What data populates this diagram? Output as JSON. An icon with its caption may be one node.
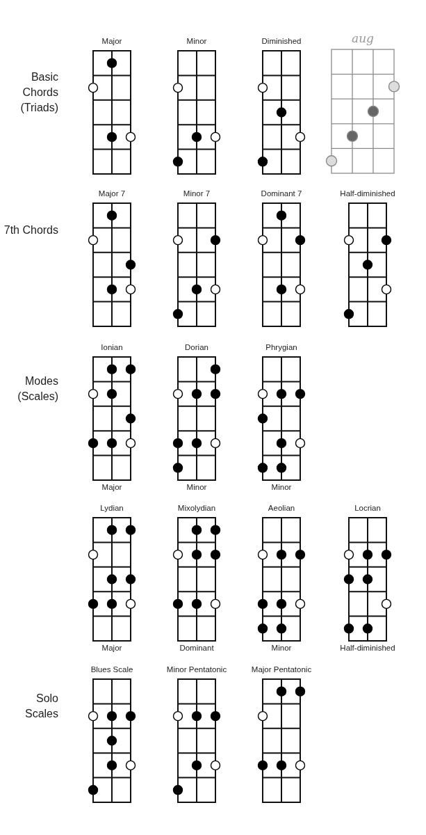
{
  "diagram": {
    "nodes": [
      {
        "text": [
          "Major"
        ]
      },
      {
        "text": [
          "Minor"
        ]
      },
      {
        "text": [
          "Diminished"
        ]
      },
      {
        "text": [
          "aug"
        ]
      },
      {
        "text": [
          "Major 7"
        ]
      },
      {
        "text": [
          "Minor 7"
        ]
      },
      {
        "text": [
          "Dominant 7"
        ]
      },
      {
        "text": [
          "Half-diminished"
        ]
      },
      {
        "text": [
          "Ionian",
          "Major"
        ]
      },
      {
        "text": [
          "Dorian",
          "Minor"
        ]
      },
      {
        "text": [
          "Phrygian",
          "Minor"
        ]
      },
      {
        "text": [
          "Lydian",
          "Major"
        ]
      },
      {
        "text": [
          "Mixolydian",
          "Dominant"
        ]
      },
      {
        "text": [
          "Aeolian",
          "Minor"
        ]
      },
      {
        "text": [
          "Locrian",
          "Half-diminished"
        ]
      },
      {
        "text": [
          "Blues Scale"
        ]
      },
      {
        "text": [
          "Minor Pentatonic"
        ]
      },
      {
        "text": [
          "Major Pentatonic"
        ]
      }
    ],
    "labels": [
      "Basic Chords (Triads)",
      "7th Chords",
      "Modes (Scales)",
      "Solo Scales"
    ]
  }
}
